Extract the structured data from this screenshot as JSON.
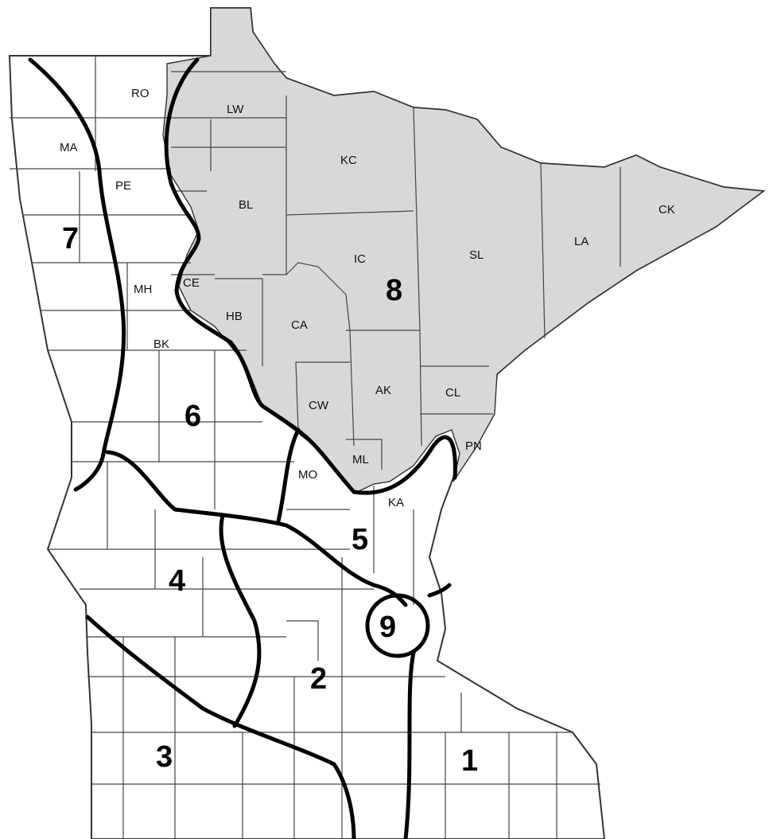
{
  "map": {
    "colors": {
      "shaded_region": "#d8d8d8",
      "boundary_line": "#000000",
      "county_line": "#444444",
      "background": "#ffffff"
    },
    "shaded_region_id": "8",
    "county_labels": [
      {
        "code": "RO"
      },
      {
        "code": "LW"
      },
      {
        "code": "MA"
      },
      {
        "code": "KC"
      },
      {
        "code": "PE"
      },
      {
        "code": "BL"
      },
      {
        "code": "CK"
      },
      {
        "code": "IC"
      },
      {
        "code": "SL"
      },
      {
        "code": "LA"
      },
      {
        "code": "MH"
      },
      {
        "code": "CE"
      },
      {
        "code": "HB"
      },
      {
        "code": "CA"
      },
      {
        "code": "BK"
      },
      {
        "code": "AK"
      },
      {
        "code": "CL"
      },
      {
        "code": "CW"
      },
      {
        "code": "PN"
      },
      {
        "code": "ML"
      },
      {
        "code": "MO"
      },
      {
        "code": "KA"
      }
    ],
    "region_labels": [
      {
        "number": "7"
      },
      {
        "number": "8"
      },
      {
        "number": "6"
      },
      {
        "number": "5"
      },
      {
        "number": "4"
      },
      {
        "number": "9"
      },
      {
        "number": "2"
      },
      {
        "number": "3"
      },
      {
        "number": "1"
      }
    ]
  }
}
